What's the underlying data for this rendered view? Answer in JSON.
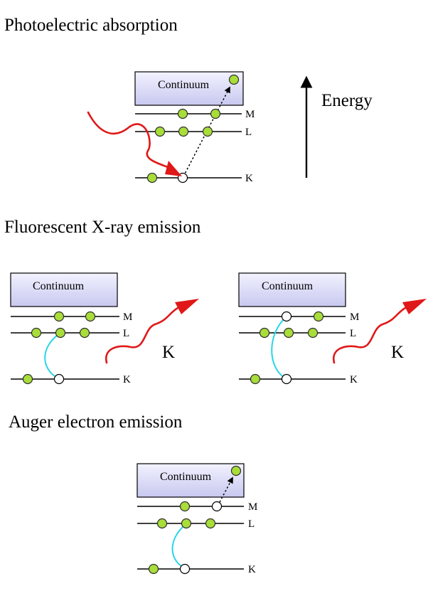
{
  "sections": {
    "photoelectric": {
      "title": "Photoelectric absorption",
      "continuum": "Continuum",
      "level_m": "M",
      "level_l": "L",
      "level_k": "K",
      "energy_label": "Energy"
    },
    "fluorescent": {
      "title": "Fluorescent X-ray emission",
      "left": {
        "continuum": "Continuum",
        "level_m": "M",
        "level_l": "L",
        "level_k": "K",
        "photon_label": "K"
      },
      "right": {
        "continuum": "Continuum",
        "level_m": "M",
        "level_l": "L",
        "level_k": "K",
        "photon_label": "K"
      }
    },
    "auger": {
      "title": "Auger electron emission",
      "continuum": "Continuum",
      "level_m": "M",
      "level_l": "L",
      "level_k": "K"
    }
  },
  "colors": {
    "electron": "#a8dd3a",
    "photon": "#e01818",
    "transition": "#28d6e6",
    "continuum_fill": "#dcdcf8"
  }
}
